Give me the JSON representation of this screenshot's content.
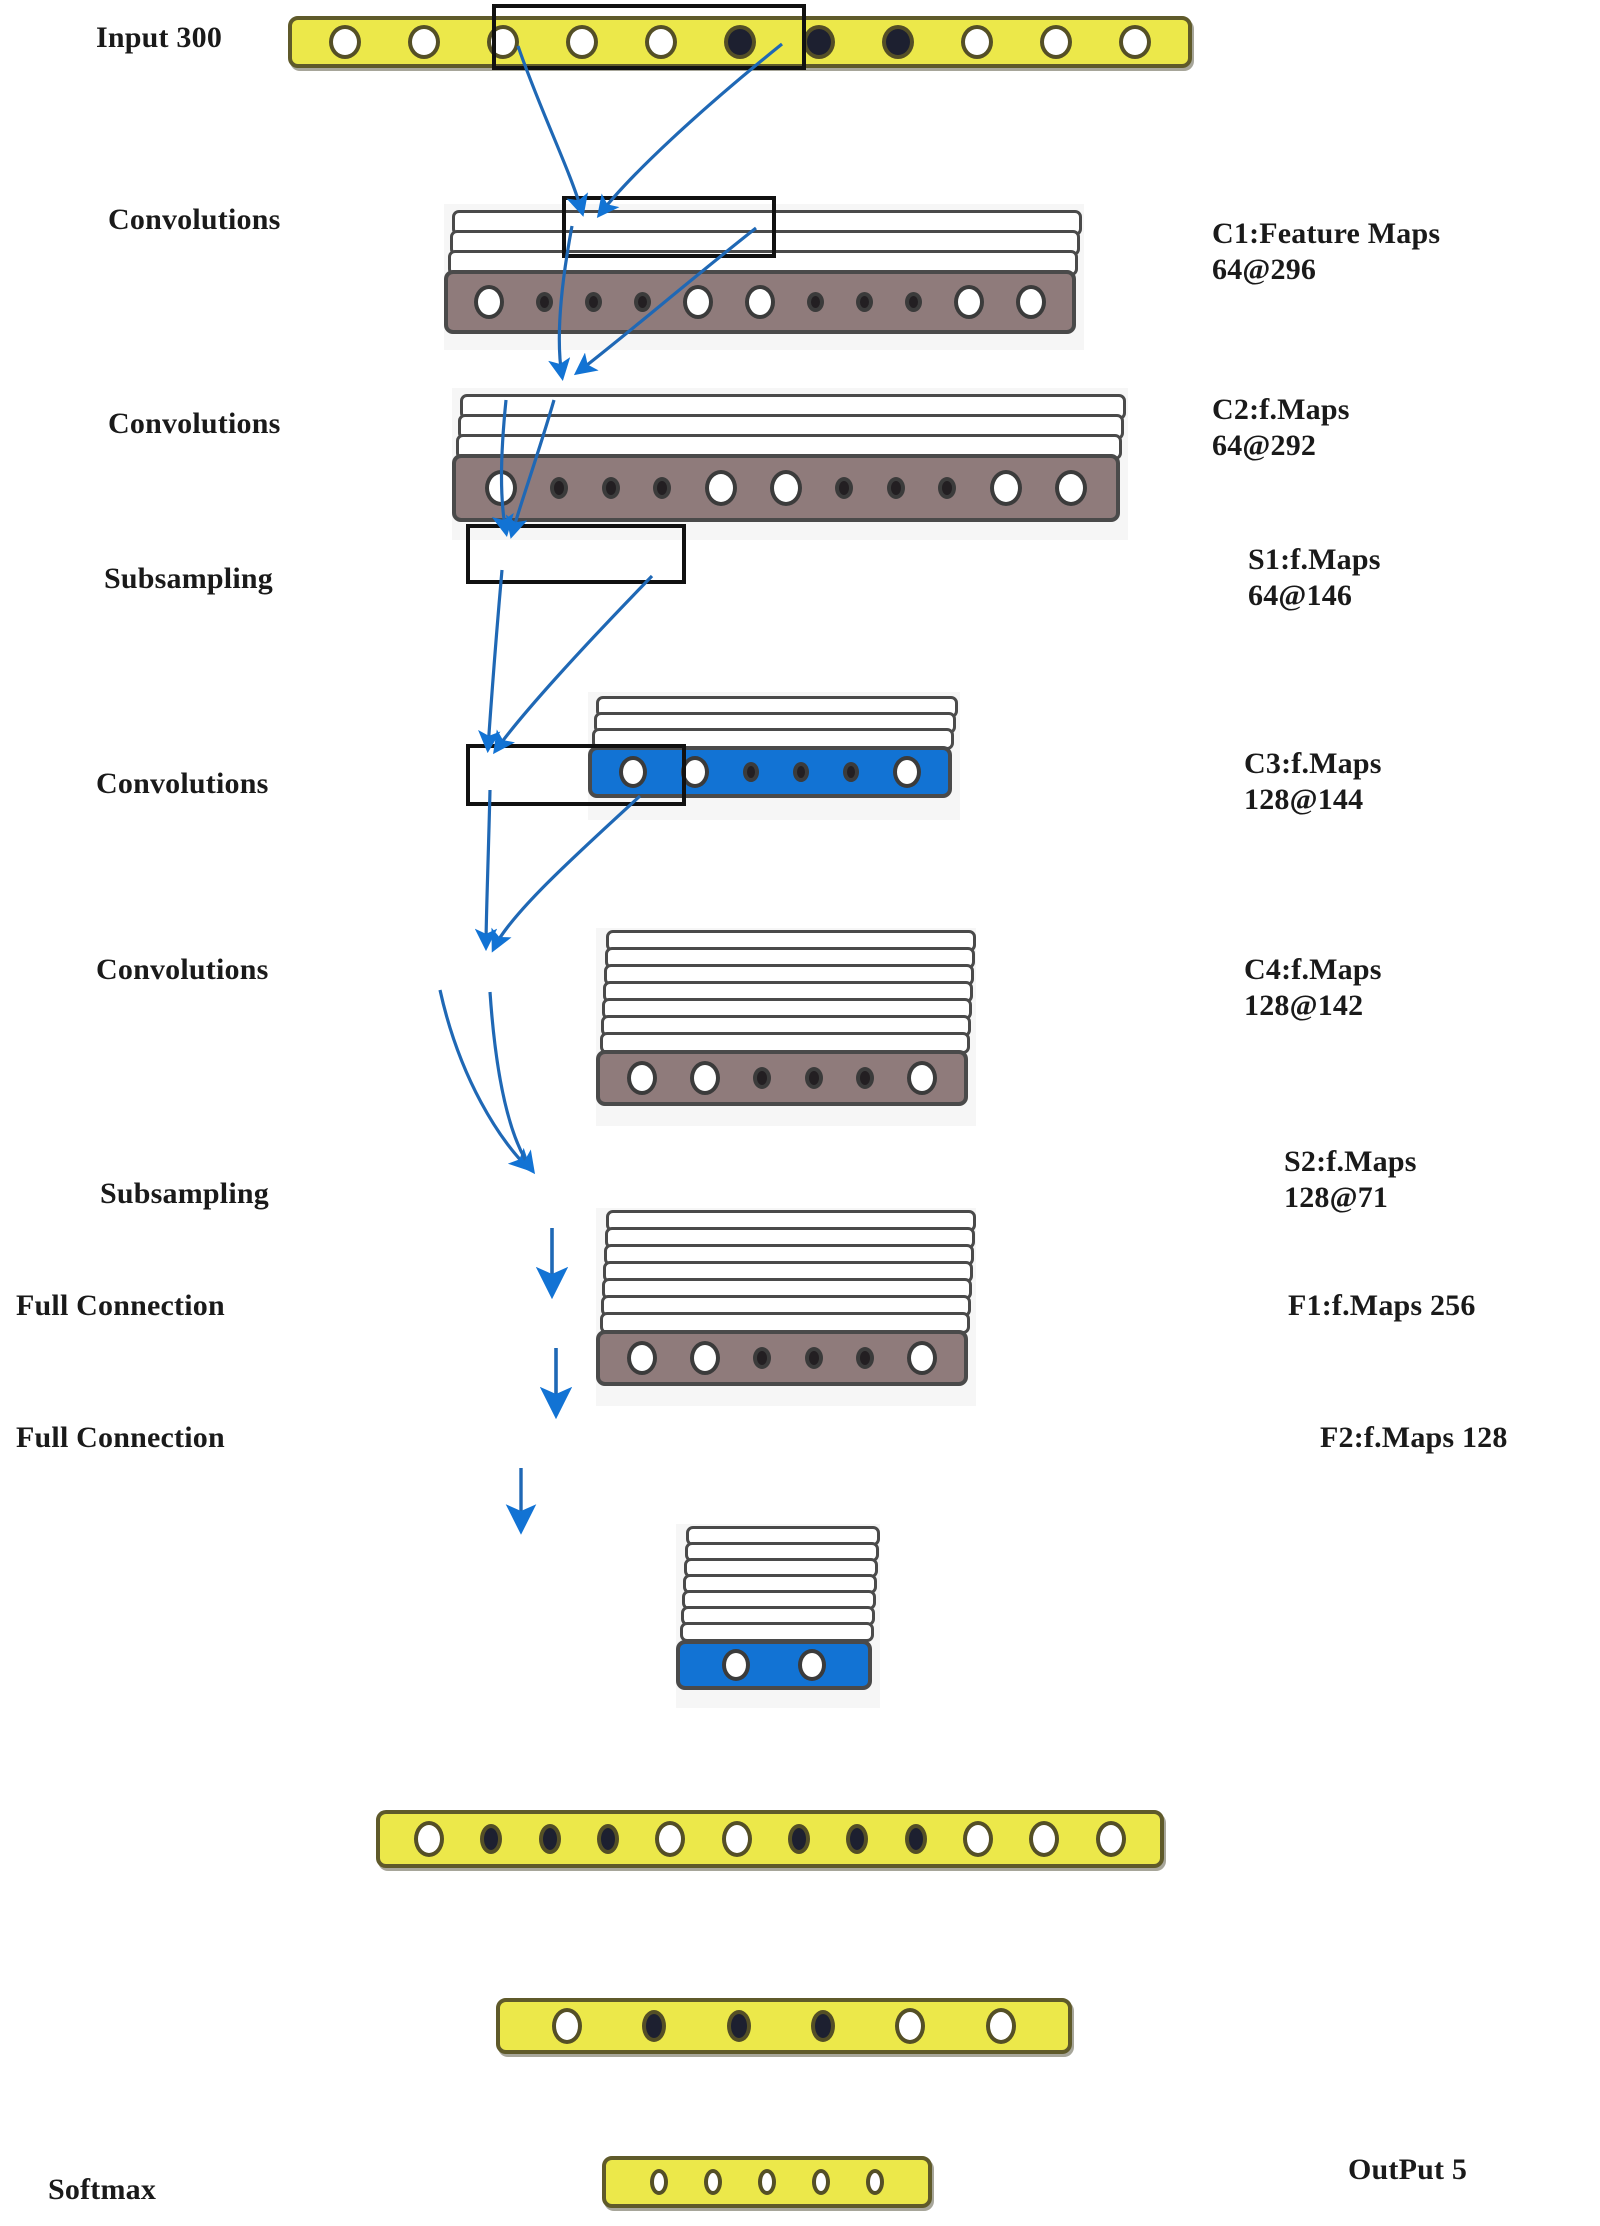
{
  "figure": {
    "type": "cnn-architecture-diagram",
    "title": "1-D CNN architecture",
    "accent_blue": "#1273d4",
    "vector_yellow": "#ece84a",
    "feature_map_brown": "#8f7b7b",
    "subsample_blue": "#1273d4"
  },
  "stage_labels": {
    "input": "Input 300",
    "conv1": "Convolutions",
    "conv2": "Convolutions",
    "sub1": "Subsampling",
    "conv3": "Convolutions",
    "conv4": "Convolutions",
    "sub2": "Subsampling",
    "fc1": "Full Connection",
    "fc2": "Full Connection",
    "softmax": "Softmax"
  },
  "map_labels": {
    "c1_line1": "C1:Feature Maps",
    "c1_line2": "64@296",
    "c2_line1": "C2:f.Maps",
    "c2_line2": "64@292",
    "s1_line1": "S1:f.Maps",
    "s1_line2": "64@146",
    "c3_line1": "C3:f.Maps",
    "c3_line2": "128@144",
    "c4_line1": "C4:f.Maps",
    "c4_line2": "128@142",
    "s2_line1": "S2:f.Maps",
    "s2_line2": "128@71",
    "f1": "F1:f.Maps 256",
    "f2": "F2:f.Maps 128",
    "output": "OutPut 5"
  },
  "layers": {
    "input": {
      "id": "Input",
      "kind": "vector",
      "color": "yellow",
      "units": 12,
      "pattern": [
        "white",
        "white",
        "white",
        "white",
        "white",
        "dark",
        "dark",
        "dark",
        "white",
        "white",
        "white"
      ],
      "size": 300,
      "channels": 1
    },
    "c1": {
      "id": "C1",
      "kind": "feature-map",
      "color": "brown",
      "sheets": 4,
      "units": 11,
      "pattern": [
        "white",
        "dark",
        "dark",
        "dark",
        "white",
        "white",
        "dark",
        "dark",
        "dark",
        "white",
        "white"
      ],
      "size": 296,
      "channels": 64
    },
    "c2": {
      "id": "C2",
      "kind": "feature-map",
      "color": "brown",
      "sheets": 4,
      "units": 11,
      "pattern": [
        "white",
        "dark",
        "dark",
        "dark",
        "white",
        "white",
        "dark",
        "dark",
        "dark",
        "white",
        "white"
      ],
      "size": 292,
      "channels": 64
    },
    "s1": {
      "id": "S1",
      "kind": "subsample",
      "color": "blue",
      "sheets": 4,
      "units": 6,
      "pattern": [
        "white",
        "white",
        "dark",
        "dark",
        "dark",
        "white"
      ],
      "size": 146,
      "channels": 64
    },
    "c3": {
      "id": "C3",
      "kind": "feature-map",
      "color": "brown",
      "sheets": 8,
      "units": 6,
      "pattern": [
        "white",
        "white",
        "dark",
        "dark",
        "dark",
        "white"
      ],
      "size": 144,
      "channels": 128
    },
    "c4": {
      "id": "C4",
      "kind": "feature-map",
      "color": "brown",
      "sheets": 8,
      "units": 6,
      "pattern": [
        "white",
        "white",
        "dark",
        "dark",
        "dark",
        "white"
      ],
      "size": 142,
      "channels": 128
    },
    "s2": {
      "id": "S2",
      "kind": "subsample",
      "color": "blue",
      "sheets": 8,
      "units": 2,
      "pattern": [
        "white",
        "white"
      ],
      "size": 71,
      "channels": 128
    },
    "f1": {
      "id": "F1",
      "kind": "vector",
      "color": "yellow",
      "units": 12,
      "pattern": [
        "white",
        "dark",
        "dark",
        "dark",
        "white",
        "white",
        "dark",
        "dark",
        "dark",
        "white",
        "white",
        "white"
      ],
      "size": 256
    },
    "f2": {
      "id": "F2",
      "kind": "vector",
      "color": "yellow",
      "units": 6,
      "pattern": [
        "white",
        "dark",
        "dark",
        "dark",
        "white",
        "white"
      ],
      "size": 128
    },
    "output": {
      "id": "OutPut",
      "kind": "vector",
      "color": "yellow",
      "units": 5,
      "pattern": [
        "white",
        "white",
        "white",
        "white",
        "white"
      ],
      "size": 5
    }
  },
  "flow": [
    {
      "from": "Input",
      "to": "C1",
      "op": "Convolutions"
    },
    {
      "from": "C1",
      "to": "C2",
      "op": "Convolutions"
    },
    {
      "from": "C2",
      "to": "S1",
      "op": "Subsampling"
    },
    {
      "from": "S1",
      "to": "C3",
      "op": "Convolutions"
    },
    {
      "from": "C3",
      "to": "C4",
      "op": "Convolutions"
    },
    {
      "from": "C4",
      "to": "S2",
      "op": "Subsampling"
    },
    {
      "from": "S2",
      "to": "F1",
      "op": "Full Connection"
    },
    {
      "from": "F1",
      "to": "F2",
      "op": "Full Connection"
    },
    {
      "from": "F2",
      "to": "OutPut",
      "op": "Softmax"
    }
  ]
}
